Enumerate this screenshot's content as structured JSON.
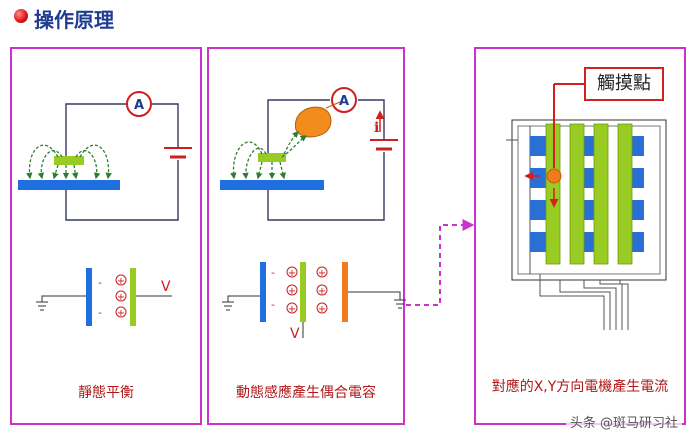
{
  "header": {
    "title": "操作原理"
  },
  "panels": {
    "static": {
      "caption": "靜態平衡",
      "ammeter": "A",
      "voltage": "V"
    },
    "dynamic": {
      "caption": "動態感應產生偶合電容",
      "ammeter": "A",
      "current": "i",
      "voltage": "V"
    },
    "touch": {
      "caption": "對應的X,Y方向電機產生電流",
      "callout": "觸摸點"
    }
  },
  "charges": {
    "negative": "-",
    "positive": "+"
  },
  "watermark": "头条 @斑马研习社",
  "colors": {
    "panel_border": "#cc33cc",
    "caption": "#b01818",
    "plate": "#1f6fe0",
    "finger_blue": "#2a6fd6",
    "green_bar": "#99cc22",
    "orange_plate": "#f07a1e",
    "ammeter": "#cc1f1f",
    "field_lines": "#2e7d32"
  }
}
